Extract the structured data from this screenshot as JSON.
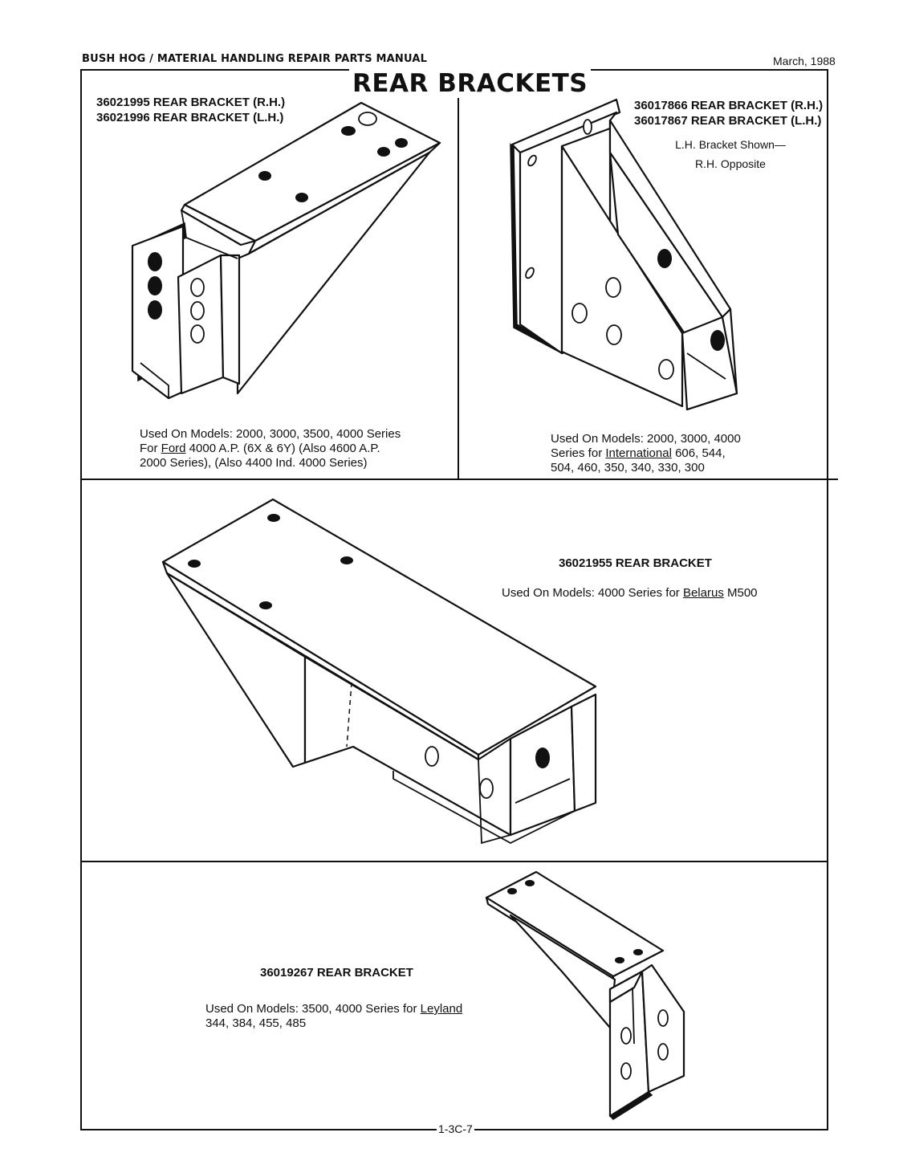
{
  "header": {
    "manual_title": "BUSH HOG / MATERIAL HANDLING REPAIR PARTS MANUAL",
    "date": "March, 1988"
  },
  "page_title": "REAR BRACKETS",
  "sections": [
    {
      "part_lines": [
        "36021995 REAR BRACKET (R.H.)",
        "36021996 REAR BRACKET (L.H.)"
      ],
      "used_lines": [
        "Used On Models:  2000, 3000, 3500, 4000 Series"
      ],
      "used_line2_pre": "For ",
      "used_line2_link": "Ford",
      "used_line2_post": " 4000 A.P. (6X & 6Y) (Also 4600 A.P.",
      "used_line3": "2000 Series), (Also 4400 Ind. 4000 Series)"
    },
    {
      "part_lines": [
        "36017866 REAR BRACKET (R.H.)",
        "36017867 REAR BRACKET (L.H.)"
      ],
      "note_lines": [
        "L.H. Bracket Shown—",
        "R.H. Opposite"
      ],
      "used_line1": "Used On Models:  2000, 3000, 4000",
      "used_line2_pre": "Series for ",
      "used_line2_link": "International",
      "used_line2_post": " 606, 544,",
      "used_line3": "504, 460, 350, 340, 330, 300"
    },
    {
      "part_line": "36021955 REAR BRACKET",
      "used_pre": "Used On Models:  4000 Series for ",
      "used_link": "Belarus",
      "used_post": " M500"
    },
    {
      "part_line": "36019267 REAR BRACKET",
      "used_line1_pre": "Used On Models:  3500, 4000 Series for ",
      "used_line1_link": "Leyland",
      "used_line2": "344, 384, 455, 485"
    }
  ],
  "page_number": "1-3C-7"
}
